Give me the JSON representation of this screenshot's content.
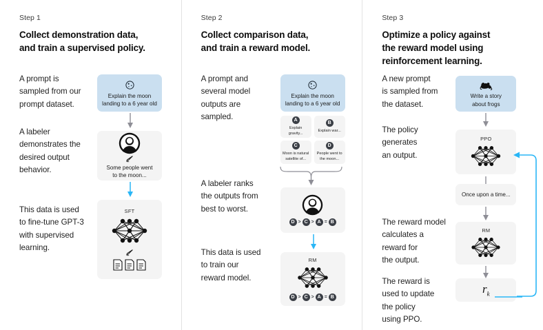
{
  "diagram": {
    "title": "RLHF three-step training diagram",
    "accent_blue": "#29b6f6",
    "card_blue": "#cadff0",
    "card_grey": "#f4f4f4",
    "arrow_grey": "#8e8e96"
  },
  "columns": [
    {
      "step": "Step 1",
      "title": "Collect demonstration data,\nand train a supervised policy.",
      "paragraphs": [
        "A prompt is\nsampled from our\nprompt dataset.",
        "A labeler\ndemonstrates the\ndesired output\nbehavior.",
        "This data is used\nto fine-tune GPT-3\nwith supervised\nlearning."
      ],
      "prompt_card": {
        "icon": "moon-icon",
        "text": "Explain the moon\nlanding to a 6 year old"
      },
      "labeler_card": {
        "icon": "labeler-avatar-icon",
        "pencil": "pencil-icon",
        "text": "Some people went\nto the moon..."
      },
      "model_card": {
        "label": "SFT",
        "icon": "neural-network-icon",
        "pencil": "pencil-icon",
        "docs": "documents-icon"
      }
    },
    {
      "step": "Step 2",
      "title": "Collect comparison data,\nand train a reward model.",
      "paragraphs": [
        "A prompt and\nseveral model\noutputs are\nsampled.",
        "A labeler ranks\nthe outputs from\nbest to worst.",
        "This data is used\nto train our\nreward model."
      ],
      "prompt_card": {
        "icon": "moon-icon",
        "text": "Explain the moon\nlanding to a 6 year old"
      },
      "options": [
        {
          "badge": "A",
          "text": "Explain gravity..."
        },
        {
          "badge": "B",
          "text": "Explain war..."
        },
        {
          "badge": "C",
          "text": "Moon is natural\nsatellite of..."
        },
        {
          "badge": "D",
          "text": "People went to\nthe moon..."
        }
      ],
      "ranking": [
        "D",
        ">",
        "C",
        ">",
        "A",
        "=",
        "B"
      ],
      "labeler_card": {
        "icon": "labeler-avatar-icon"
      },
      "reward_card": {
        "label": "RM",
        "icon": "neural-network-icon"
      }
    },
    {
      "step": "Step 3",
      "title": "Optimize a policy against\nthe reward model using\nreinforcement learning.",
      "paragraphs": [
        "A new prompt\nis sampled from\nthe dataset.",
        "The policy\ngenerates\nan output.",
        "The reward model\ncalculates a\nreward for\nthe output.",
        "The reward is\nused to update\nthe policy\nusing PPO."
      ],
      "prompt_card": {
        "icon": "frog-icon",
        "text": "Write a story\nabout frogs"
      },
      "policy_card": {
        "label": "PPO",
        "icon": "neural-network-icon"
      },
      "output_card": {
        "text": "Once upon a time..."
      },
      "reward_card": {
        "label": "RM",
        "icon": "neural-network-icon"
      },
      "reward_value": "r",
      "reward_subscript": "k"
    }
  ]
}
